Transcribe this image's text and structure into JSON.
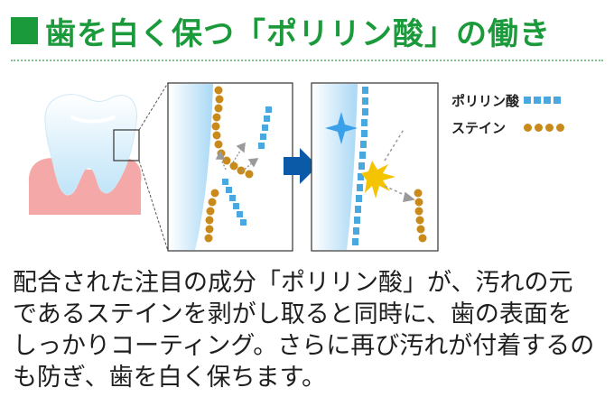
{
  "title": "歯を白く保つ「ポリリン酸」の働き",
  "colors": {
    "accent": "#1a9a3a",
    "polyphosphate": "#4aa8e0",
    "stain": "#c88a1a",
    "arrow": "#0a5aa8"
  },
  "legend": {
    "polyphosphate_label": "ポリリン酸",
    "stain_label": "ステイン"
  },
  "description_lines": [
    "配合された注目の成分「ポリリン酸」が、汚れの元",
    "であるステインを剥がし取ると同時に、歯の表面を",
    "しっかりコーティング。さらに再び汚れが付着するの",
    "も防ぎ、歯を白く保ちます。"
  ]
}
